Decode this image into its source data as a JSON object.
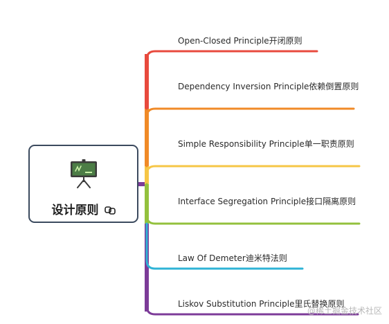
{
  "root": {
    "title": "设计原则",
    "icons": [
      "presentation-board-icon",
      "link-icon"
    ]
  },
  "branches": [
    {
      "label": "Open-Closed Principle开闭原则",
      "color": "#e84a3d"
    },
    {
      "label": "Dependency Inversion Principle依赖倒置原则",
      "color": "#f08a27"
    },
    {
      "label": "Simple Responsibility Principle单一职责原则",
      "color": "#f6c646"
    },
    {
      "label": "Interface Segregation Principle接口隔离原则",
      "color": "#93c13d"
    },
    {
      "label": "Law Of Demeter迪米特法则",
      "color": "#2eb3d6"
    },
    {
      "label": "Liskov Substitution Principle里氏替换原则",
      "color": "#7c3b98"
    }
  ],
  "watermark": "@稀土掘金技术社区",
  "colors": {
    "root_border": "#3b4a5e",
    "board_green": "#4c7d46",
    "board_frame": "#3b3b3b",
    "board_chalk": "#c9f0a7"
  }
}
